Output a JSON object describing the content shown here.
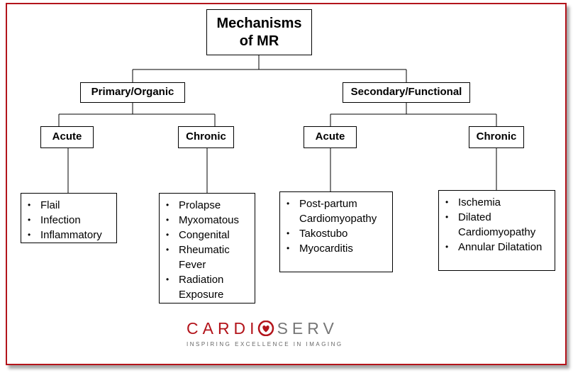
{
  "diagram": {
    "root": {
      "line1": "Mechanisms",
      "line2": "of MR"
    },
    "primary": {
      "label": "Primary/Organic"
    },
    "secondary": {
      "label": "Secondary/Functional"
    },
    "primary_acute": {
      "label": "Acute",
      "items": [
        "Flail",
        "Infection",
        "Inflammatory"
      ]
    },
    "primary_chronic": {
      "label": "Chronic",
      "items": [
        "Prolapse",
        "Myxomatous",
        "Congenital",
        "Rheumatic Fever",
        "Radiation Exposure"
      ]
    },
    "secondary_acute": {
      "label": "Acute",
      "items": [
        "Post-partum Cardiomyopathy",
        "Takostubo",
        "Myocarditis"
      ]
    },
    "secondary_chronic": {
      "label": "Chronic",
      "items": [
        "Ischemia",
        "Dilated Cardiomyopathy",
        "Annular Dilatation"
      ]
    }
  },
  "logo": {
    "word_part1": "CARDI",
    "word_part2": "SERV",
    "tagline": "INSPIRING EXCELLENCE IN IMAGING",
    "heart_icon": "heart-o-icon"
  },
  "colors": {
    "border": "#b3141b",
    "brand_red": "#b3141b",
    "brand_gray": "#777777"
  }
}
